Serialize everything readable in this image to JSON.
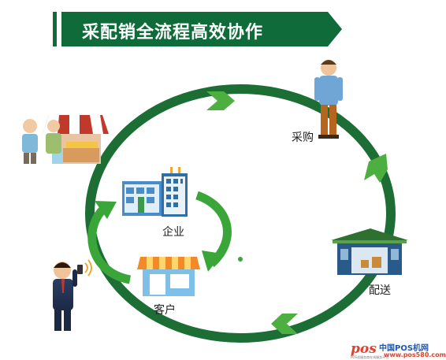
{
  "title": "采配销全流程高效协作",
  "nodes": {
    "purchase": "采购",
    "delivery": "配送",
    "enterprise": "企业",
    "customer": "客户"
  },
  "watermark": {
    "logo": "pos",
    "name": "中国POS机网",
    "url": "www.pos580.com",
    "slogan": "POS机服务商在线服务平台"
  },
  "colors": {
    "banner": "#0f6b3a",
    "ring": "#1c6e35",
    "arrow": "#3aa63a",
    "inner_arc": "#3aa63a"
  }
}
